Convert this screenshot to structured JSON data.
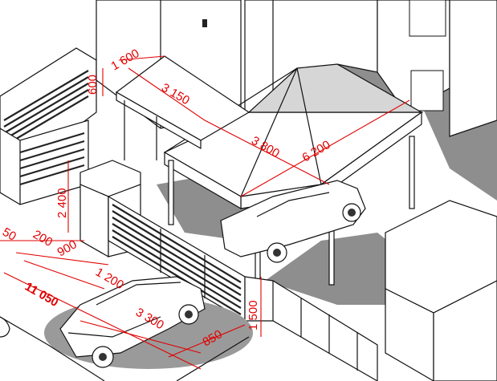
{
  "drawing": {
    "dimensions": {
      "d1600": "1 600",
      "d600": "600",
      "d3150": "3 150",
      "d3800": "3 800",
      "d6200": "6 200",
      "d2400": "2 400",
      "d200": "200",
      "d900": "900",
      "d1200": "1 200",
      "d11050": "11 050",
      "d3300": "3 300",
      "d850": "850",
      "d1500": "1 500",
      "d50": "50"
    },
    "colors": {
      "dimension": "#e10000",
      "line": "#111111",
      "shadow": "#8e8e8e",
      "background": "#ffffff"
    }
  }
}
